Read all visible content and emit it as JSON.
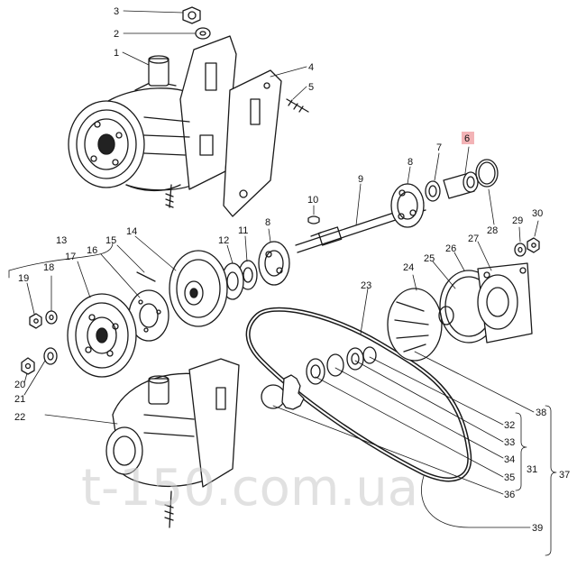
{
  "diagram": {
    "highlighted_label": "6",
    "labels": {
      "l1": "1",
      "l2": "2",
      "l3": "3",
      "l4": "4",
      "l5": "5",
      "l6": "6",
      "l7": "7",
      "l8a": "8",
      "l8b": "8",
      "l9": "9",
      "l10": "10",
      "l11": "11",
      "l12": "12",
      "l13": "13",
      "l14": "14",
      "l15": "15",
      "l16": "16",
      "l17": "17",
      "l18": "18",
      "l19": "19",
      "l20": "20",
      "l21": "21",
      "l22": "22",
      "l23": "23",
      "l24": "24",
      "l25": "25",
      "l26": "26",
      "l27": "27",
      "l28": "28",
      "l29": "29",
      "l30": "30",
      "l31": "31",
      "l32": "32",
      "l33": "33",
      "l34": "34",
      "l35": "35",
      "l36": "36",
      "l37": "37",
      "l38": "38",
      "l39": "39"
    },
    "watermark": "t-150.com.ua"
  },
  "colors": {
    "line": "#1a1a1a",
    "highlight": "#f3b3b6",
    "watermark": "#c9c9c9"
  }
}
